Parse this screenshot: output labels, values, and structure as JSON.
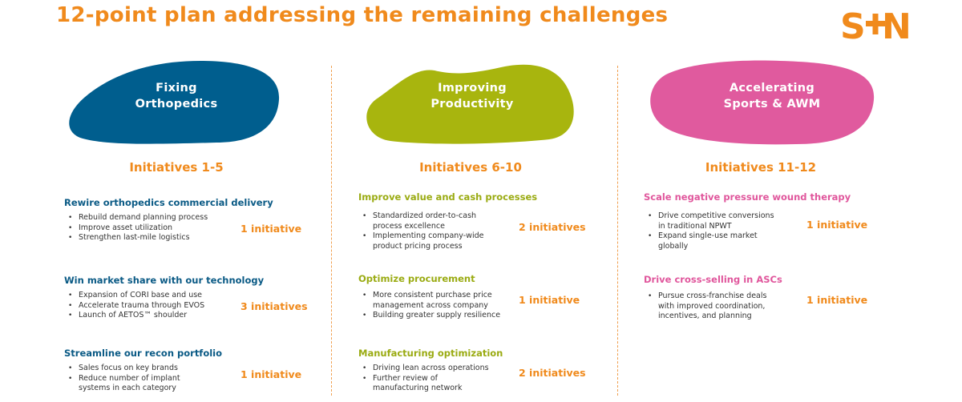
{
  "title": "12-point plan addressing the remaining challenges",
  "logo": {
    "text": "S+N",
    "color": "#f08a1c"
  },
  "accent_color": "#f08a1c",
  "columns": [
    {
      "theme_line1": "Fixing",
      "theme_line2": "Orthopedics",
      "theme_color": "#005e8e",
      "heading_color": "#0a5a85",
      "initiatives": "Initiatives 1-5",
      "sections": [
        {
          "title": "Rewire orthopedics commercial delivery",
          "bullets": [
            "Rebuild demand planning process",
            "Improve asset utilization",
            "Strengthen last-mile logistics"
          ],
          "count": "1 initiative"
        },
        {
          "title": "Win market share with our technology",
          "bullets": [
            "Expansion of CORI base and use",
            "Accelerate trauma through EVOS",
            "Launch of AETOS™ shoulder"
          ],
          "count": "3 initiatives"
        },
        {
          "title": "Streamline our recon portfolio",
          "bullets": [
            "Sales focus on key brands",
            "Reduce number of implant systems in each category"
          ],
          "count": "1 initiative"
        }
      ]
    },
    {
      "theme_line1": "Improving",
      "theme_line2": "Productivity",
      "theme_color": "#a8b50e",
      "heading_color": "#9aab12",
      "initiatives": "Initiatives 6-10",
      "sections": [
        {
          "title": "Improve value and cash processes",
          "bullets": [
            "Standardized order-to-cash process excellence",
            "Implementing company-wide product pricing process"
          ],
          "count": "2 initiatives"
        },
        {
          "title": "Optimize procurement",
          "bullets": [
            "More consistent purchase price management across company",
            "Building greater supply resilience"
          ],
          "count": "1 initiative"
        },
        {
          "title": "Manufacturing optimization",
          "bullets": [
            "Driving lean across operations",
            "Further review of manufacturing network"
          ],
          "count": "2 initiatives"
        }
      ]
    },
    {
      "theme_line1": "Accelerating",
      "theme_line2": "Sports & AWM",
      "theme_color": "#e05a9e",
      "heading_color": "#e0569c",
      "initiatives": "Initiatives 11-12",
      "sections": [
        {
          "title": "Scale negative pressure wound therapy",
          "bullets": [
            "Drive competitive conversions in traditional NPWT",
            "Expand single-use market globally"
          ],
          "count": "1 initiative"
        },
        {
          "title": "Drive cross-selling in ASCs",
          "bullets": [
            "Pursue cross-franchise deals with improved coordination, incentives, and planning"
          ],
          "count": "1 initiative"
        }
      ]
    }
  ]
}
